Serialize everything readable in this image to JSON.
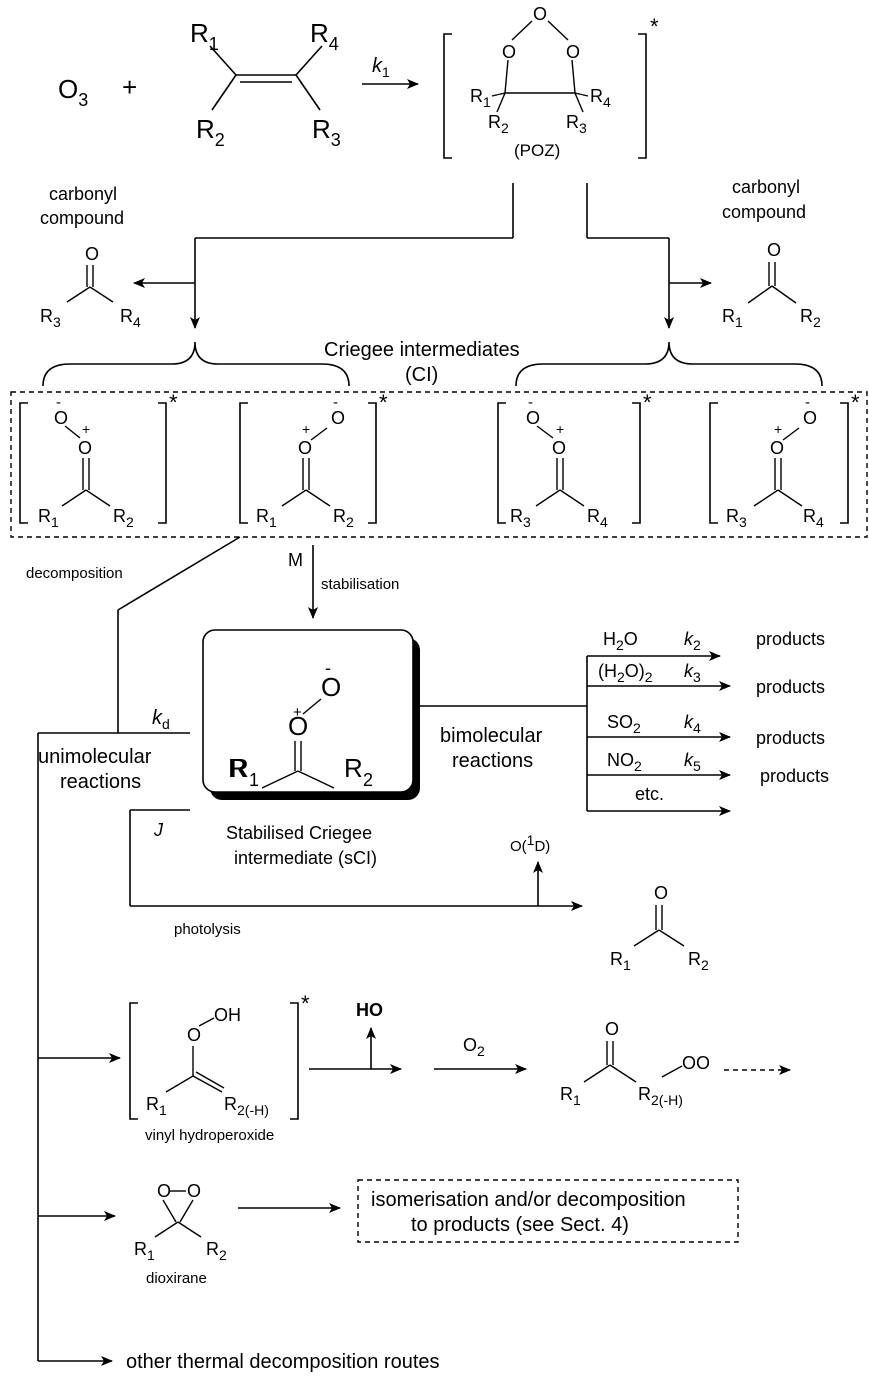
{
  "o3": "O",
  "o3_sub": "3",
  "plus": "+",
  "k1": "k",
  "k1_sub": "1",
  "alkene": {
    "r1": "R",
    "r1s": "1",
    "r2": "R",
    "r2s": "2",
    "r3": "R",
    "r3s": "3",
    "r4": "R",
    "r4s": "4"
  },
  "poz_label": "(POZ)",
  "star": "*",
  "carbonyl_label_line1": "carbonyl",
  "carbonyl_label_line2": "compound",
  "o": "O",
  "r": "R",
  "s1": "1",
  "s2": "2",
  "s3": "3",
  "s4": "4",
  "ci_title_line1": "Criegee intermediates",
  "ci_title_line2": "(CI)",
  "minus": "-",
  "plus_small": "+",
  "decomposition": "decomposition",
  "m_label": "M",
  "stabilisation": "stabilisation",
  "kd": "k",
  "kd_sub": "d",
  "unimolecular_line1": "unimolecular",
  "unimolecular_line2": "reactions",
  "bimolecular_line1": "bimolecular",
  "bimolecular_line2": "reactions",
  "j_label": "J",
  "sci_label_line1": "Stabilised Criegee",
  "sci_label_line2": "intermediate (sCI)",
  "reagents": [
    {
      "name": "H",
      "parts": [
        "H",
        "2",
        "O"
      ],
      "k": "k",
      "ks": "2"
    },
    {
      "parts": [
        "(H",
        "2",
        "O)",
        "2"
      ],
      "k": "k",
      "ks": "3"
    },
    {
      "parts": [
        "SO",
        "2"
      ],
      "k": "k",
      "ks": "4"
    },
    {
      "parts": [
        "NO",
        "2"
      ],
      "k": "k",
      "ks": "5"
    },
    {
      "parts": [
        "etc."
      ]
    }
  ],
  "products": "products",
  "o1d_a": "O(",
  "o1d_sup": "1",
  "o1d_b": "D)",
  "photolysis": "photolysis",
  "oh_label": "OH",
  "ho_label": "HO",
  "o2": "O",
  "o2_sub": "2",
  "r2h_sub": "2(-H)",
  "oo_label": "OO",
  "vinyl_hydroperoxide": "vinyl hydroperoxide",
  "dioxirane": "dioxirane",
  "isom_line1": "isomerisation and/or decomposition",
  "isom_line2": "to products (see Sect. 4)",
  "other_routes": "other thermal decomposition routes"
}
